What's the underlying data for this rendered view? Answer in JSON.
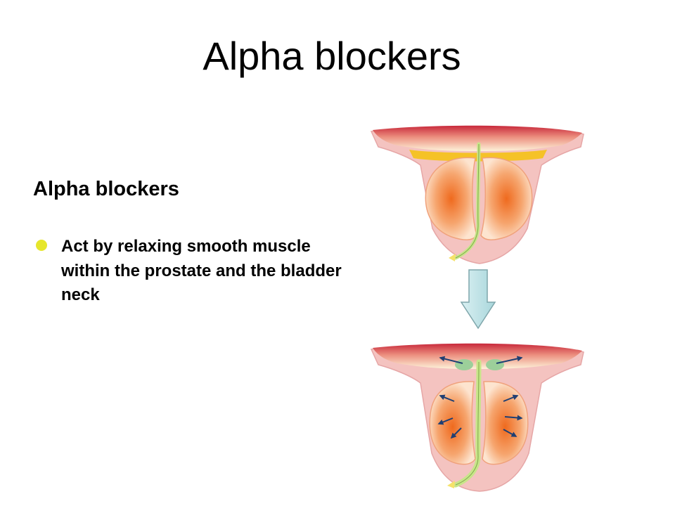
{
  "slide": {
    "title": "Alpha blockers",
    "subheading": "Alpha blockers",
    "bullets": [
      {
        "text": "Act by relaxing smooth muscle within the prostate and the bladder neck"
      }
    ]
  },
  "diagram": {
    "panels": [
      {
        "state": "before",
        "icon": "prostate-constricted-icon"
      },
      {
        "state": "after",
        "icon": "prostate-relaxed-icon"
      }
    ],
    "transition_icon": "down-arrow-icon"
  },
  "colors": {
    "bullet": "#e6e62c",
    "bladder_wall": "#c8283a",
    "outer_tissue": "#f2b8b8",
    "prostate_center": "#ef6a1e",
    "prostate_edge": "#fde0c8",
    "urethra": "#c8e58a",
    "arrow_fill": "#bfe3e6",
    "force_arrows": "#1f3f73"
  }
}
